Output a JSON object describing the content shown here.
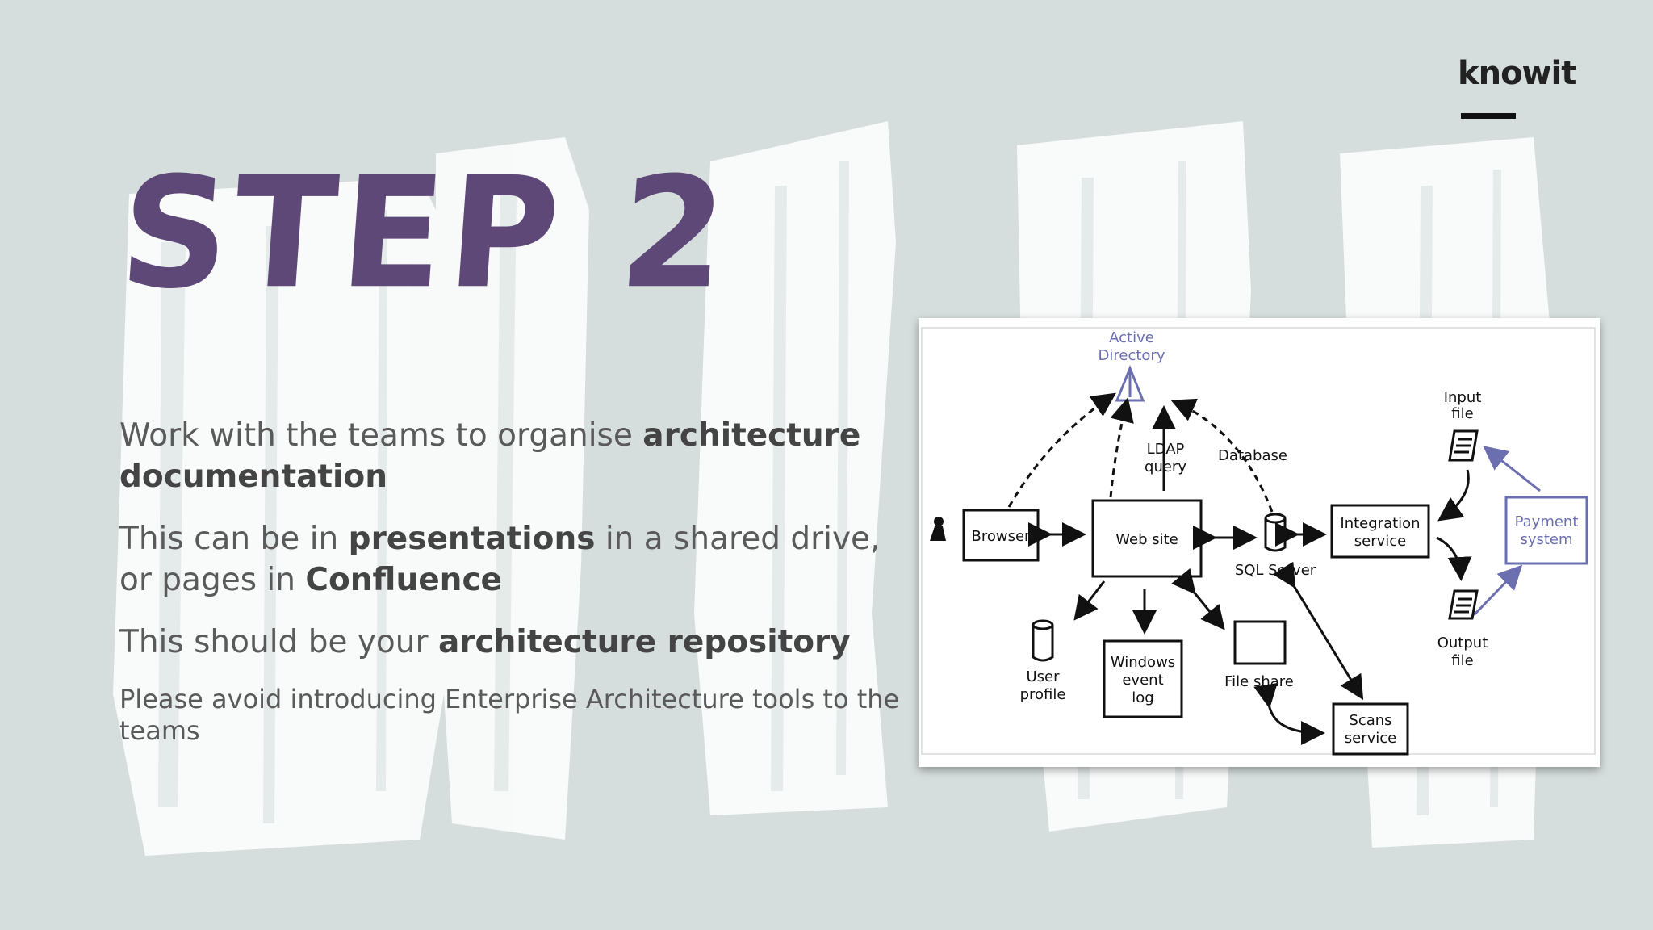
{
  "brand": {
    "logo": "knowit"
  },
  "slide": {
    "title": "STEP 2",
    "paragraphs": [
      {
        "parts": [
          {
            "text": "Work with the teams to organise ",
            "bold": false
          },
          {
            "text": "architecture documentation",
            "bold": true
          }
        ]
      },
      {
        "parts": [
          {
            "text": "This can be in ",
            "bold": false
          },
          {
            "text": "presentations",
            "bold": true
          },
          {
            "text": " in a shared drive, or pages in ",
            "bold": false
          },
          {
            "text": "Confluence",
            "bold": true
          }
        ]
      },
      {
        "parts": [
          {
            "text": "This should be your ",
            "bold": false
          },
          {
            "text": "architecture repository",
            "bold": true
          }
        ]
      }
    ],
    "note": "Please avoid introducing Enterprise Architecture tools to the teams"
  },
  "diagram": {
    "labels": {
      "active_directory_1": "Active",
      "active_directory_2": "Directory",
      "ldap_1": "LDAP",
      "ldap_2": "query",
      "database": "Database",
      "input_1": "Input",
      "input_2": "file",
      "browser": "Browser",
      "web_site": "Web site",
      "sql_server": "SQL Server",
      "integration_1": "Integration",
      "integration_2": "service",
      "payment_1": "Payment",
      "payment_2": "system",
      "user_1": "User",
      "user_2": "profile",
      "windows_1": "Windows",
      "windows_2": "event",
      "windows_3": "log",
      "file_share": "File share",
      "output_1": "Output",
      "output_2": "file",
      "scans_1": "Scans",
      "scans_2": "service"
    },
    "colors": {
      "ink": "#111111",
      "accent": "#6b6fb0"
    }
  }
}
